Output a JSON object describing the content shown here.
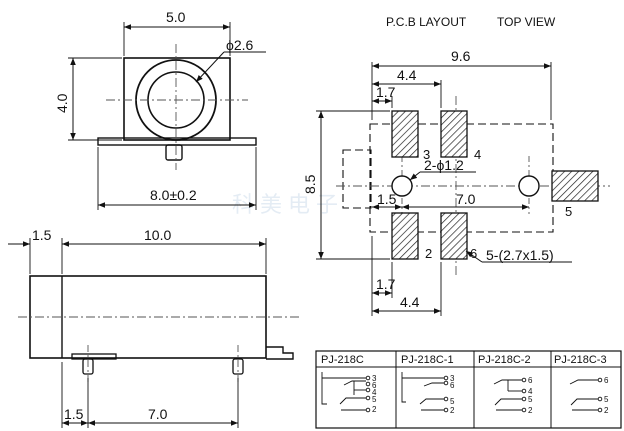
{
  "header": {
    "layout_title": "P.C.B LAYOUT",
    "view_title": "TOP VIEW"
  },
  "front_view": {
    "width_dim": "5.0",
    "height_dim": "4.0",
    "hole_dim": "ϕ2.6",
    "base_dim": "8.0±0.2"
  },
  "side_view": {
    "left_dim": "1.5",
    "length_dim": "10.0",
    "bottom_left_dim": "1.5",
    "bottom_span_dim": "7.0"
  },
  "pcb_layout": {
    "overall_width": "9.6",
    "upper_offset": "4.4",
    "pad_width": "1.7",
    "overall_height": "8.5",
    "hole_label": "2-ϕ1.2",
    "left_offset": "1.5",
    "hole_spacing": "7.0",
    "pad_label": "5-(2.7x1.5)",
    "lower_pad_width": "1.7",
    "lower_offset": "4.4",
    "pins": [
      "3",
      "4",
      "5",
      "2",
      "6"
    ]
  },
  "table": {
    "models": [
      "PJ-218C",
      "PJ-218C-1",
      "PJ-218C-2",
      "PJ-218C-3"
    ],
    "c0": [
      "3",
      "6",
      "4",
      "5",
      "2"
    ],
    "c1": [
      "3",
      "6",
      "5",
      "2"
    ],
    "c2": [
      "6",
      "4",
      "5",
      "2"
    ],
    "c3": [
      "6",
      "5",
      "2"
    ]
  },
  "watermark": "科美电子"
}
